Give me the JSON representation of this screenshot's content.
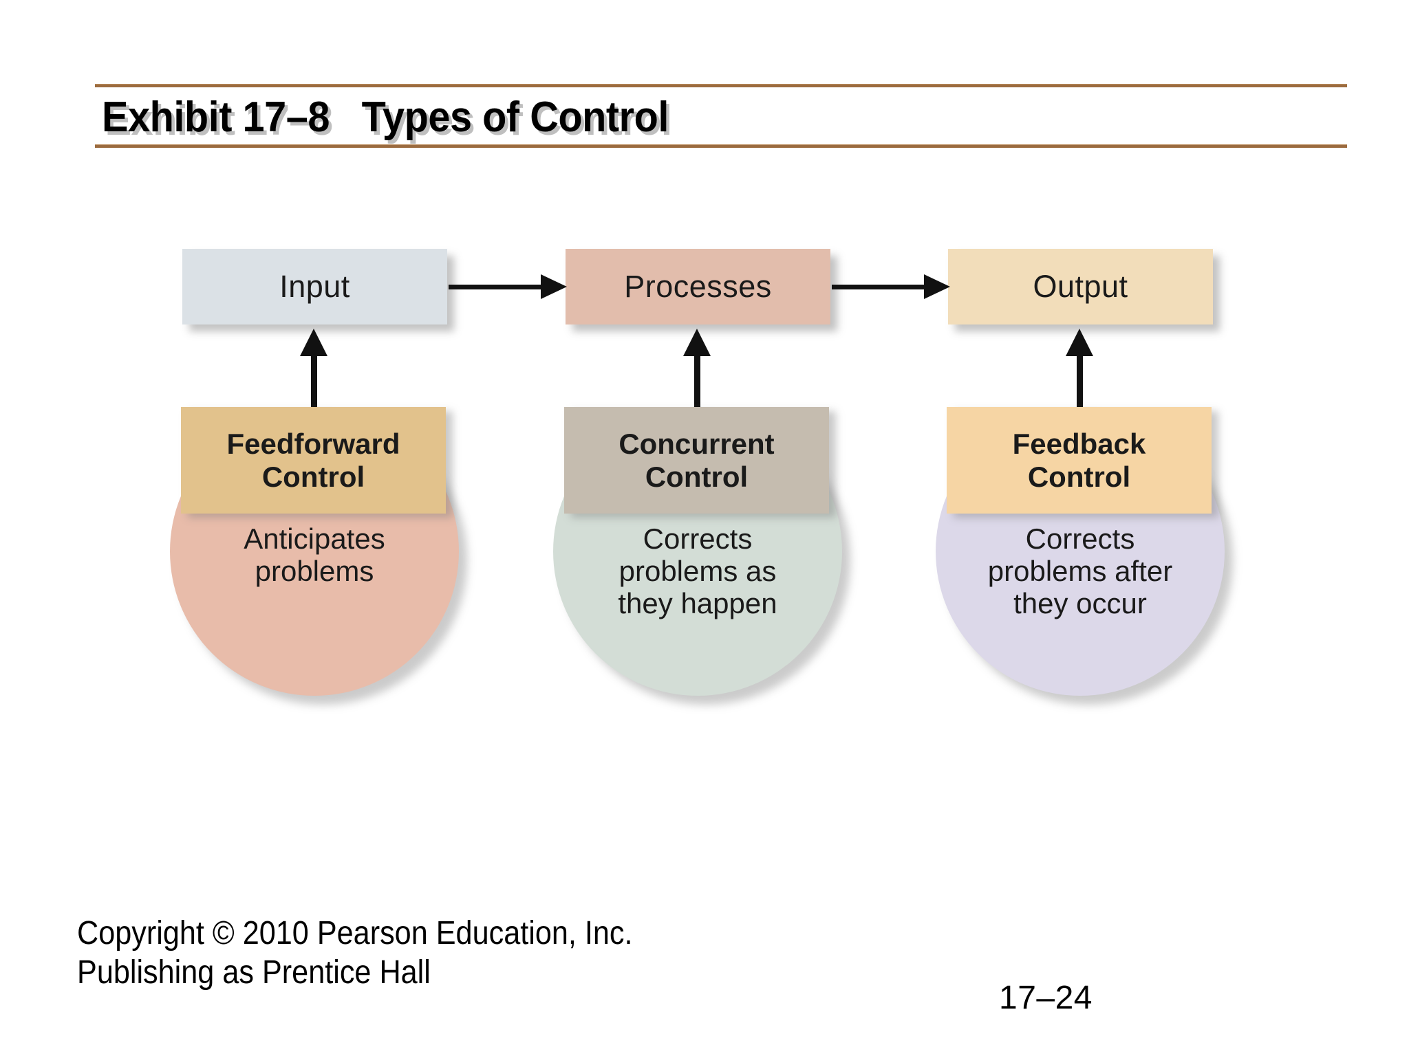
{
  "slide": {
    "title": "Exhibit 17–8   Types of Control",
    "accent_rule_color": "#9b6b3f",
    "background_color": "#ffffff"
  },
  "diagram": {
    "type": "process-flow",
    "flow_boxes": [
      {
        "id": "input",
        "label": "Input",
        "color": "#dbe1e6"
      },
      {
        "id": "processes",
        "label": "Processes",
        "color": "#e2bdac"
      },
      {
        "id": "output",
        "label": "Output",
        "color": "#f2ddba"
      }
    ],
    "controls": [
      {
        "id": "feedforward",
        "header": "Feedforward\nControl",
        "body": "Anticipates\nproblems",
        "header_color": "#e2c28c",
        "body_color": "#e8bcaa",
        "points_to": "input"
      },
      {
        "id": "concurrent",
        "header": "Concurrent\nControl",
        "body": "Corrects\nproblems as\nthey happen",
        "header_color": "#c5bcaf",
        "body_color": "#d3ddd6",
        "points_to": "processes"
      },
      {
        "id": "feedback",
        "header": "Feedback\nControl",
        "body": "Corrects\nproblems after\nthey occur",
        "header_color": "#f6d5a4",
        "body_color": "#dcd8e9",
        "points_to": "output"
      }
    ]
  },
  "footer": {
    "copyright": "Copyright © 2010 Pearson Education, Inc.\nPublishing as Prentice Hall",
    "page_number": "17–24"
  }
}
